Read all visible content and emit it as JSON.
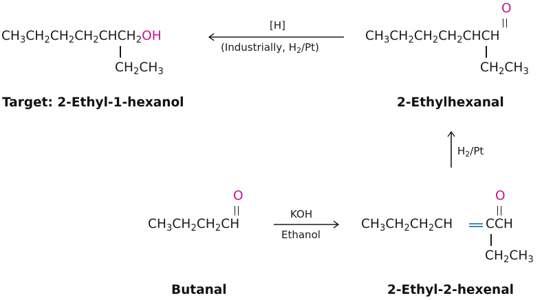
{
  "target": {
    "formula_parts": [
      "CH",
      "3",
      "CH",
      "2",
      "CH",
      "2",
      "CH",
      "2",
      "CHCH",
      "2",
      "OH"
    ],
    "branch_parts": [
      "CH",
      "2",
      "CH",
      "3"
    ],
    "name": "Target: 2-Ethyl-1-hexanol",
    "hydroxyl_color": "#c4168d"
  },
  "reduction_arrow": {
    "above": "[H]",
    "below_prefix": "(Industrially, H",
    "below_sub": "2",
    "below_suffix": "/Pt)",
    "direction": "left"
  },
  "ethylhexanal": {
    "formula_parts": [
      "CH",
      "3",
      "CH",
      "2",
      "CH",
      "2",
      "CH",
      "2",
      "CHCH"
    ],
    "oxygen": "O",
    "branch_parts": [
      "CH",
      "2",
      "CH",
      "3"
    ],
    "name": "2-Ethylhexanal"
  },
  "hydrogenation_arrow": {
    "label_prefix": "H",
    "label_sub": "2",
    "label_suffix": "/Pt",
    "direction": "up"
  },
  "butanal": {
    "formula_parts": [
      "CH",
      "3",
      "CH",
      "2",
      "CH",
      "2",
      "CH"
    ],
    "oxygen": "O",
    "name": "Butanal"
  },
  "aldol_arrow": {
    "above": "KOH",
    "below": "Ethanol",
    "direction": "right"
  },
  "ethylhexenal": {
    "formula_left_parts": [
      "CH",
      "3",
      "CH",
      "2",
      "CH",
      "2",
      "CH"
    ],
    "formula_right": "CCH",
    "oxygen": "O",
    "branch_parts": [
      "CH",
      "2",
      "CH",
      "3"
    ],
    "name": "2-Ethyl-2-hexenal",
    "double_bond_color": "#3a8fb0"
  },
  "colors": {
    "oxygen": "#c4168d",
    "cc_double_bond": "#3a8fb0",
    "text": "#1a1a1a"
  }
}
